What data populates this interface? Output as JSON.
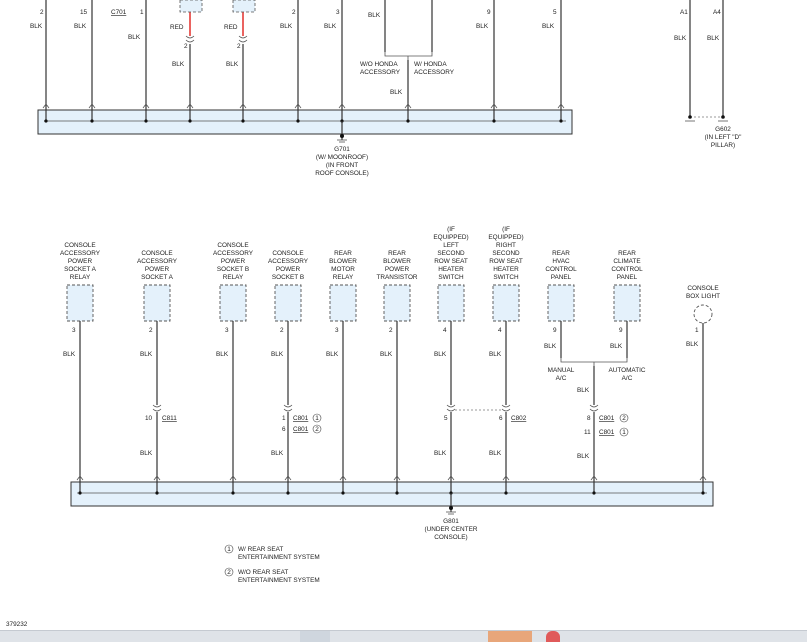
{
  "top": {
    "pins": [
      "2",
      "15",
      "1",
      "2",
      "3",
      "9",
      "5"
    ],
    "connector_c701": "C701",
    "wire_colors": {
      "blk": "BLK",
      "red": "RED"
    },
    "red_lower_pins": [
      "2",
      "2"
    ],
    "honda_wo": [
      "W/O HONDA",
      "ACCESSORY"
    ],
    "honda_w": [
      "W/ HONDA",
      "ACCESSORY"
    ],
    "ground_g701": [
      "G701",
      "(W/ MOONROOF)",
      "(IN FRONT",
      "ROOF CONSOLE)"
    ],
    "pin_a1": "A1",
    "pin_a4": "A4",
    "ground_g602": [
      "G602",
      "(IN LEFT \"D\"",
      "PILLAR)"
    ]
  },
  "components": [
    {
      "lines": [
        "CONSOLE",
        "ACCESSORY",
        "POWER",
        "SOCKET A",
        "RELAY"
      ],
      "pin": "3"
    },
    {
      "lines": [
        "CONSOLE",
        "ACCESSORY",
        "POWER",
        "SOCKET A"
      ],
      "pin": "2"
    },
    {
      "lines": [
        "CONSOLE",
        "ACCESSORY",
        "POWER",
        "SOCKET B",
        "RELAY"
      ],
      "pin": "3"
    },
    {
      "lines": [
        "CONSOLE",
        "ACCESSORY",
        "POWER",
        "SOCKET B"
      ],
      "pin": "2"
    },
    {
      "lines": [
        "REAR",
        "BLOWER",
        "MOTOR",
        "RELAY"
      ],
      "pin": "3"
    },
    {
      "lines": [
        "REAR",
        "BLOWER",
        "POWER",
        "TRANSISTOR"
      ],
      "pin": "2"
    },
    {
      "lines": [
        "(IF",
        "EQUIPPED)",
        "LEFT",
        "SECOND",
        "ROW SEAT",
        "HEATER",
        "SWITCH"
      ],
      "pin": "4"
    },
    {
      "lines": [
        "(IF",
        "EQUIPPED)",
        "RIGHT",
        "SECOND",
        "ROW SEAT",
        "HEATER",
        "SWITCH"
      ],
      "pin": "4"
    },
    {
      "lines": [
        "REAR",
        "HVAC",
        "CONTROL",
        "PANEL"
      ],
      "pin": "9"
    },
    {
      "lines": [
        "REAR",
        "CLIMATE",
        "CONTROL",
        "PANEL"
      ],
      "pin": "9"
    },
    {
      "lines": [
        "CONSOLE",
        "BOX LIGHT"
      ],
      "pin": "1"
    }
  ],
  "bottom": {
    "manual_ac": [
      "MANUAL",
      "A/C"
    ],
    "automatic_ac": [
      "AUTOMATIC",
      "A/C"
    ],
    "c811": {
      "pin": "10",
      "name": "C811"
    },
    "c801_a": {
      "pin": "1",
      "name": "C801",
      "note": "1"
    },
    "c801_b": {
      "pin": "6",
      "name": "C801",
      "note": "2"
    },
    "c802_left": {
      "pin": "5"
    },
    "c802_right": {
      "pin": "6",
      "name": "C802"
    },
    "c801_hvac_a": {
      "pin": "8",
      "name": "C801",
      "note": "2"
    },
    "c801_hvac_b": {
      "pin": "11",
      "name": "C801",
      "note": "1"
    },
    "ground_g801": [
      "G801",
      "(UNDER CENTER",
      "CONSOLE)"
    ]
  },
  "legend": [
    {
      "num": "1",
      "lines": [
        "W/ REAR SEAT",
        "ENTERTAINMENT SYSTEM"
      ]
    },
    {
      "num": "2",
      "lines": [
        "W/O REAR SEAT",
        "ENTERTAINMENT SYSTEM"
      ]
    }
  ],
  "figure_id": "379232",
  "colors": {
    "bus_fill": "#e4f1fb",
    "wire": "#333333",
    "red_wire": "#e0201b"
  }
}
